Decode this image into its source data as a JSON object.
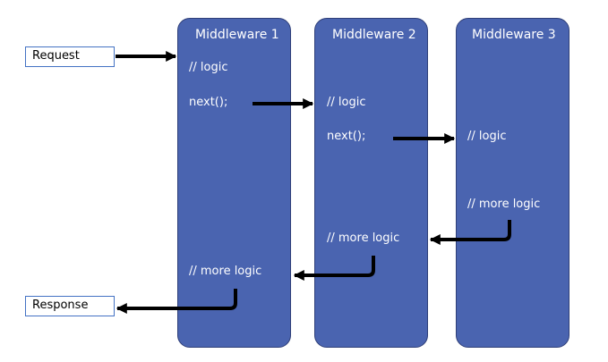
{
  "request": {
    "label": "Request"
  },
  "response": {
    "label": "Response"
  },
  "middlewares": [
    {
      "title": "Middleware 1",
      "logic": "// logic",
      "next": "next();",
      "more_logic": "// more logic"
    },
    {
      "title": "Middleware 2",
      "logic": "// logic",
      "next": "next();",
      "more_logic": "// more logic"
    },
    {
      "title": "Middleware 3",
      "logic": "// logic",
      "more_logic": "// more logic"
    }
  ],
  "colors": {
    "box_fill": "#4a64b0",
    "box_border": "#2f3f78",
    "label_border": "#4472c4",
    "arrow": "#000000"
  }
}
